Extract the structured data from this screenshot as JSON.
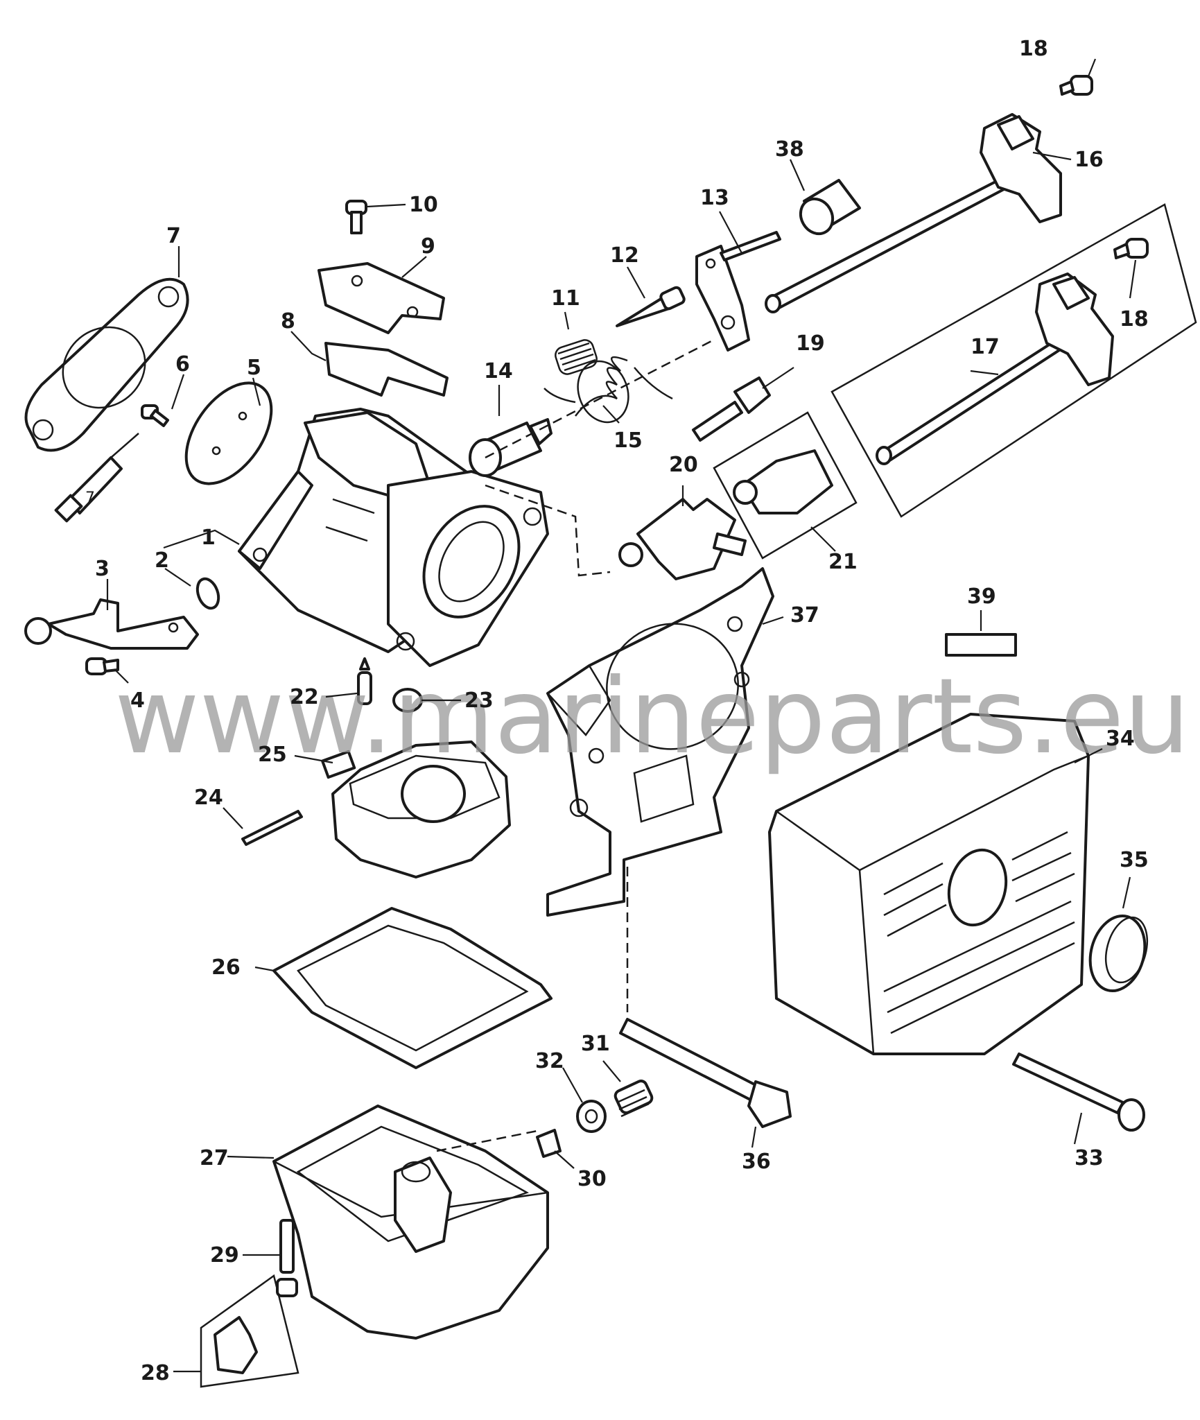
{
  "watermark": "www.marineparts.eu",
  "callouts": [
    "1",
    "2",
    "3",
    "4",
    "5",
    "6",
    "7",
    "8",
    "9",
    "10",
    "11",
    "12",
    "13",
    "14",
    "15",
    "16",
    "17",
    "18",
    "18",
    "19",
    "20",
    "21",
    "22",
    "23",
    "24",
    "25",
    "26",
    "27",
    "28",
    "29",
    "30",
    "31",
    "32",
    "33",
    "34",
    "35",
    "36",
    "37",
    "38",
    "39"
  ],
  "tube_label": "7"
}
